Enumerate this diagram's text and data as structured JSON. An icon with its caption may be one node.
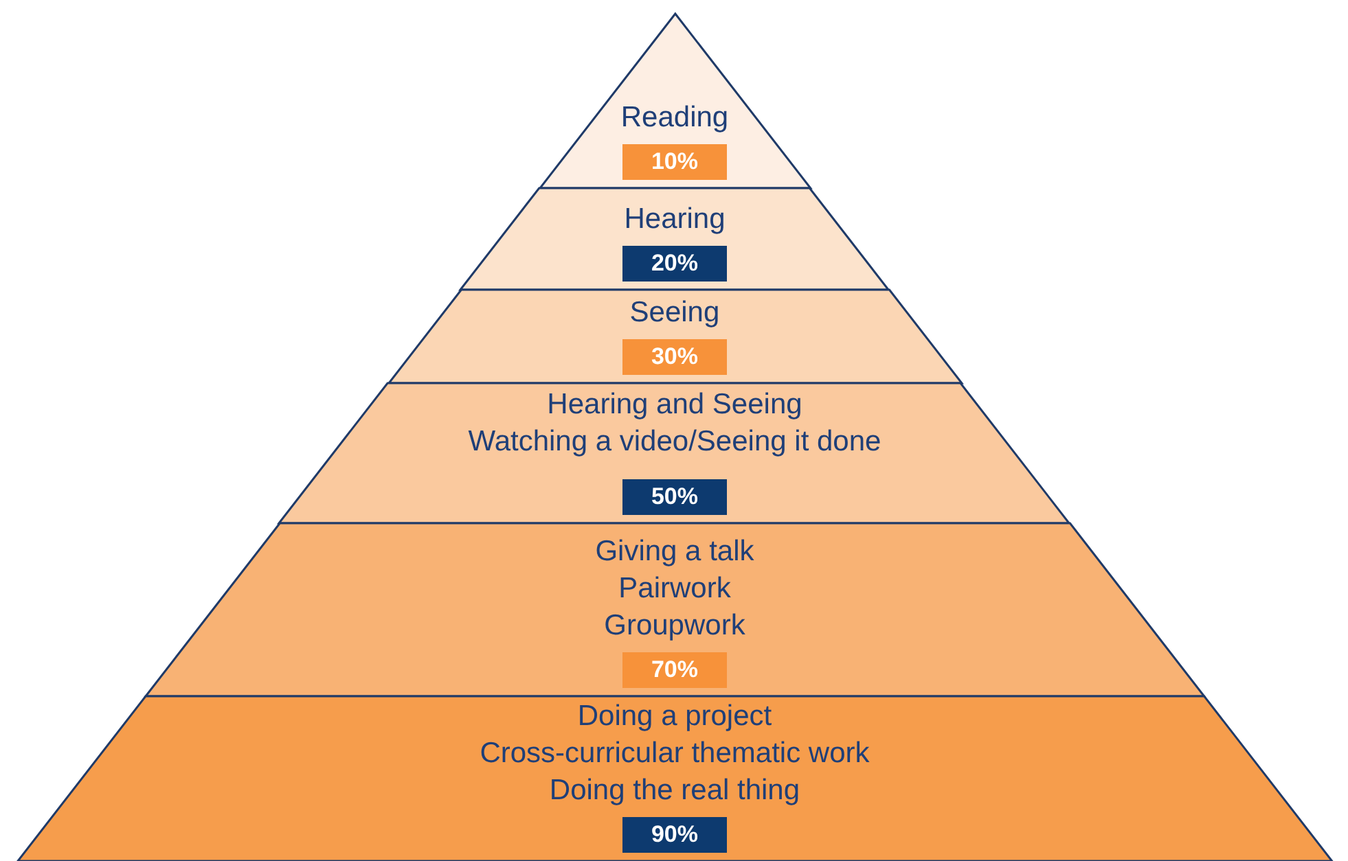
{
  "diagram": {
    "nodes": [
      {
        "text": [
          "Reading"
        ]
      },
      {
        "text": [
          "10%"
        ],
        "in": 0
      },
      {
        "text": [
          "Hearing"
        ]
      },
      {
        "text": [
          "20%"
        ],
        "in": 2
      },
      {
        "text": [
          "Seeing"
        ]
      },
      {
        "text": [
          "30%"
        ],
        "in": 4
      },
      {
        "text": [
          "Hearing and Seeing",
          "Watching a video/Seeing it done"
        ]
      },
      {
        "text": [
          "50%"
        ],
        "in": 6
      },
      {
        "text": [
          "Giving a talk",
          "Pairwork",
          "Groupwork"
        ]
      },
      {
        "text": [
          "70%"
        ],
        "in": 8
      },
      {
        "text": [
          "Doing a project",
          "Cross-curricular thematic work",
          "Doing the real thing"
        ]
      },
      {
        "text": [
          "90%"
        ],
        "in": 10
      }
    ]
  }
}
